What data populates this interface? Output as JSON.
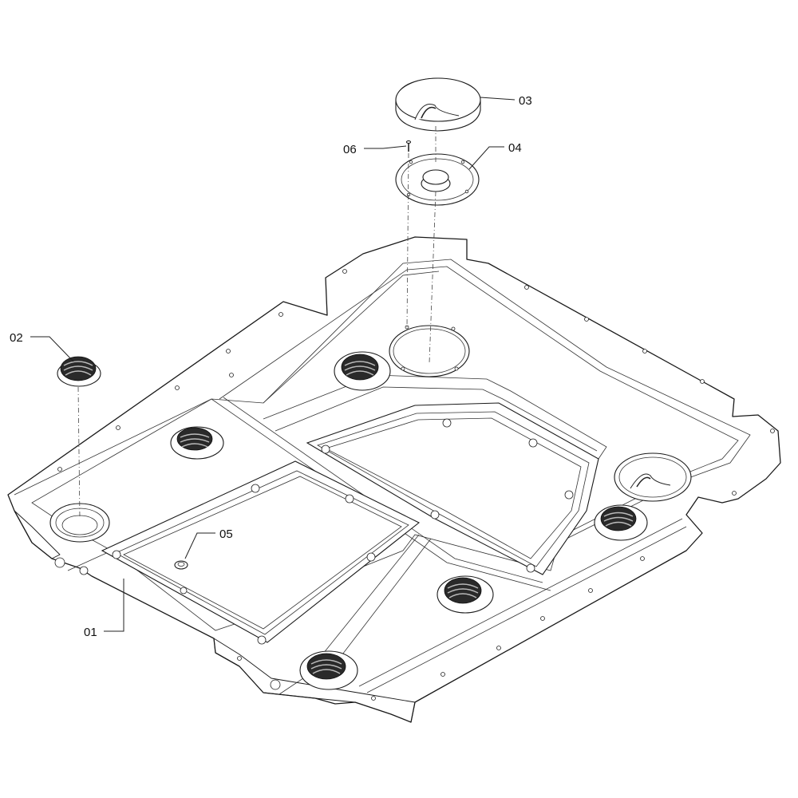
{
  "callouts": {
    "c01": "01",
    "c02": "02",
    "c03": "03",
    "c04": "04",
    "c05": "05",
    "c06": "06"
  },
  "colors": {
    "line": "#1a1a1a",
    "background": "#ffffff",
    "vent": "#2a2a2a"
  }
}
